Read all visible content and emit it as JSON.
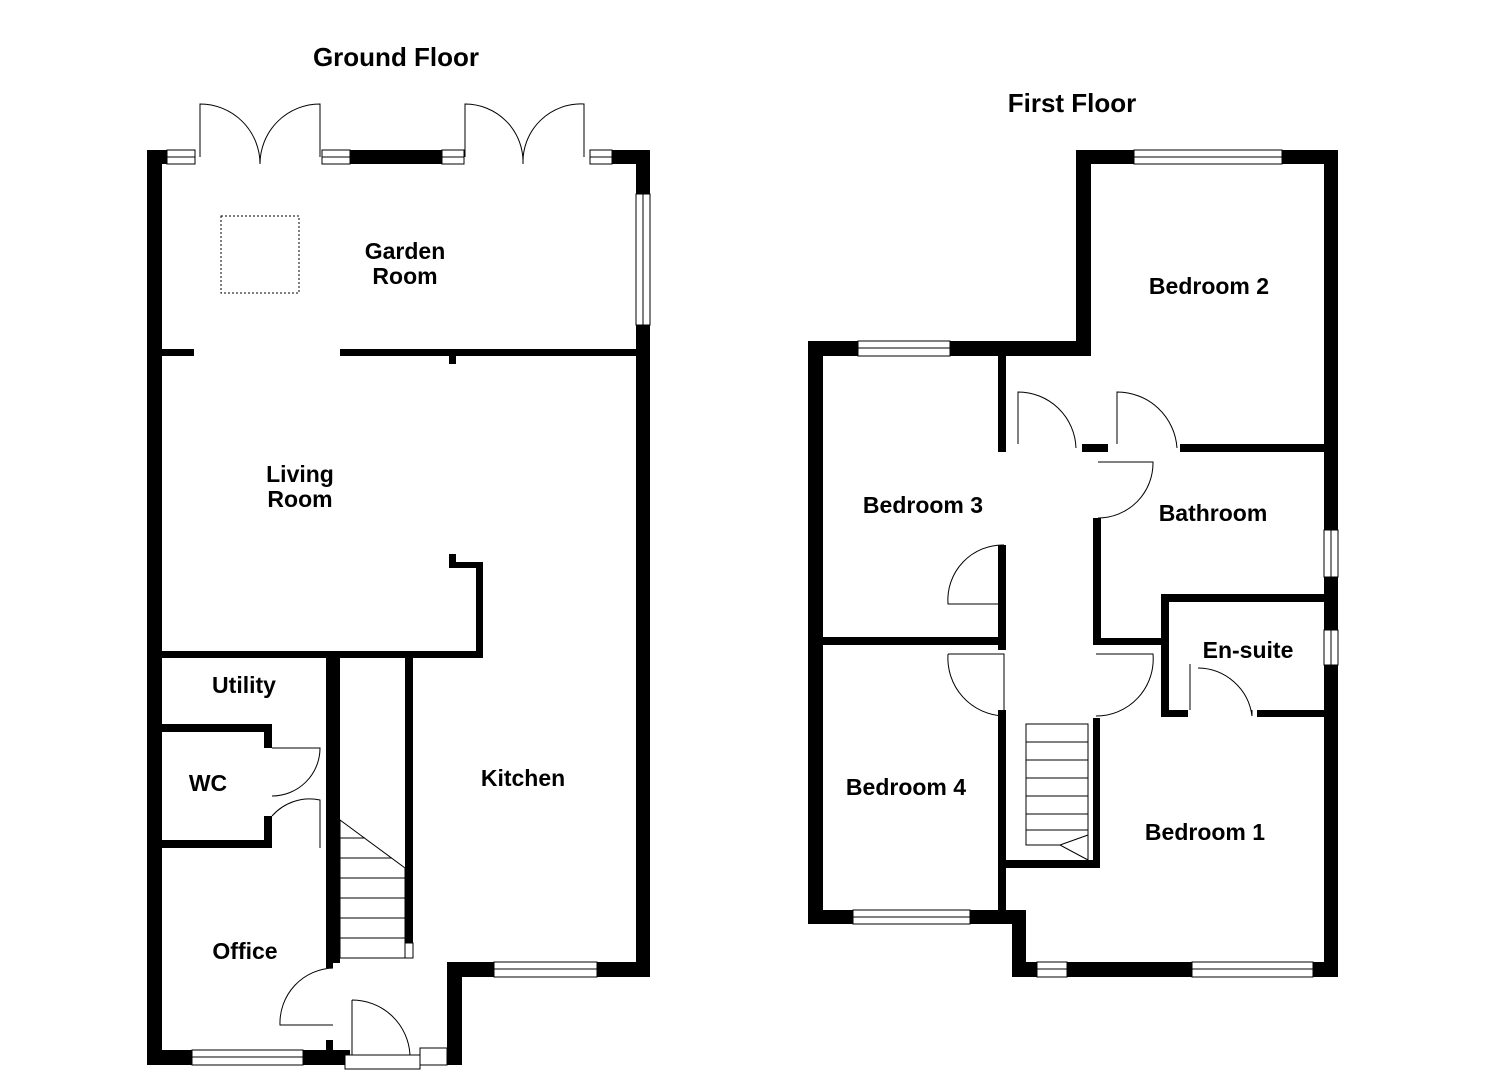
{
  "floors": {
    "ground": {
      "title": "Ground Floor",
      "rooms": {
        "garden_room": [
          "Garden",
          "Room"
        ],
        "living_room": [
          "Living",
          "Room"
        ],
        "utility": "Utility",
        "wc": "WC",
        "kitchen": "Kitchen",
        "office": "Office"
      }
    },
    "first": {
      "title": "First Floor",
      "rooms": {
        "bedroom_1": "Bedroom 1",
        "bedroom_2": "Bedroom 2",
        "bedroom_3": "Bedroom 3",
        "bedroom_4": "Bedroom 4",
        "bathroom": "Bathroom",
        "en_suite": "En-suite"
      }
    }
  }
}
